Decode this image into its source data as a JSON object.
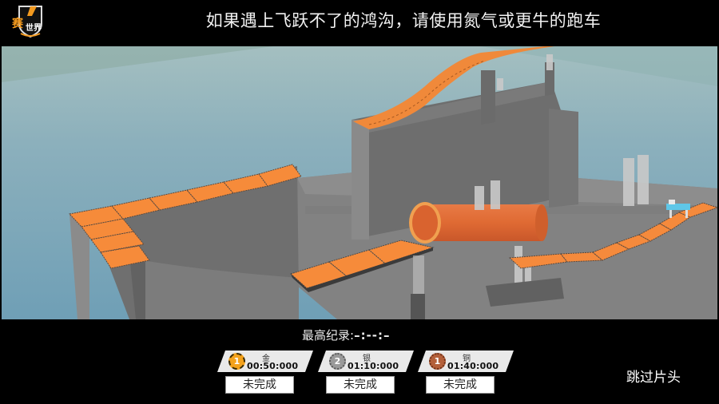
{
  "header": {
    "logo_icon": "game-logo-shield-icon",
    "hint": "如果遇上飞跃不了的鸿沟，请使用氮气或更牛的跑车"
  },
  "scene": {
    "description": "3D stunt track level: gray concrete blocks with orange track tiles, orange tube/pipe, ramp, water background",
    "colors": {
      "water": "#7ea7b8",
      "water_far": "#8fb3b8",
      "concrete": "#7b7b7b",
      "track_orange": "#f68b3a",
      "pipe_orange": "#e0672e"
    }
  },
  "footer": {
    "best_record_label": "最高纪录:",
    "best_record_value": "–:--:–",
    "medals": [
      {
        "tier": "gold",
        "name": "金",
        "icon_number": "1",
        "time": "00:50:000",
        "status": "未完成",
        "color": "#f4a21c"
      },
      {
        "tier": "silver",
        "name": "银",
        "icon_number": "2",
        "time": "01:10:000",
        "status": "未完成",
        "color": "#9a9a9a"
      },
      {
        "tier": "bronze",
        "name": "铜",
        "icon_number": "1",
        "time": "01:40:000",
        "status": "未完成",
        "color": "#b4603a"
      }
    ],
    "skip_label": "跳过片头"
  }
}
